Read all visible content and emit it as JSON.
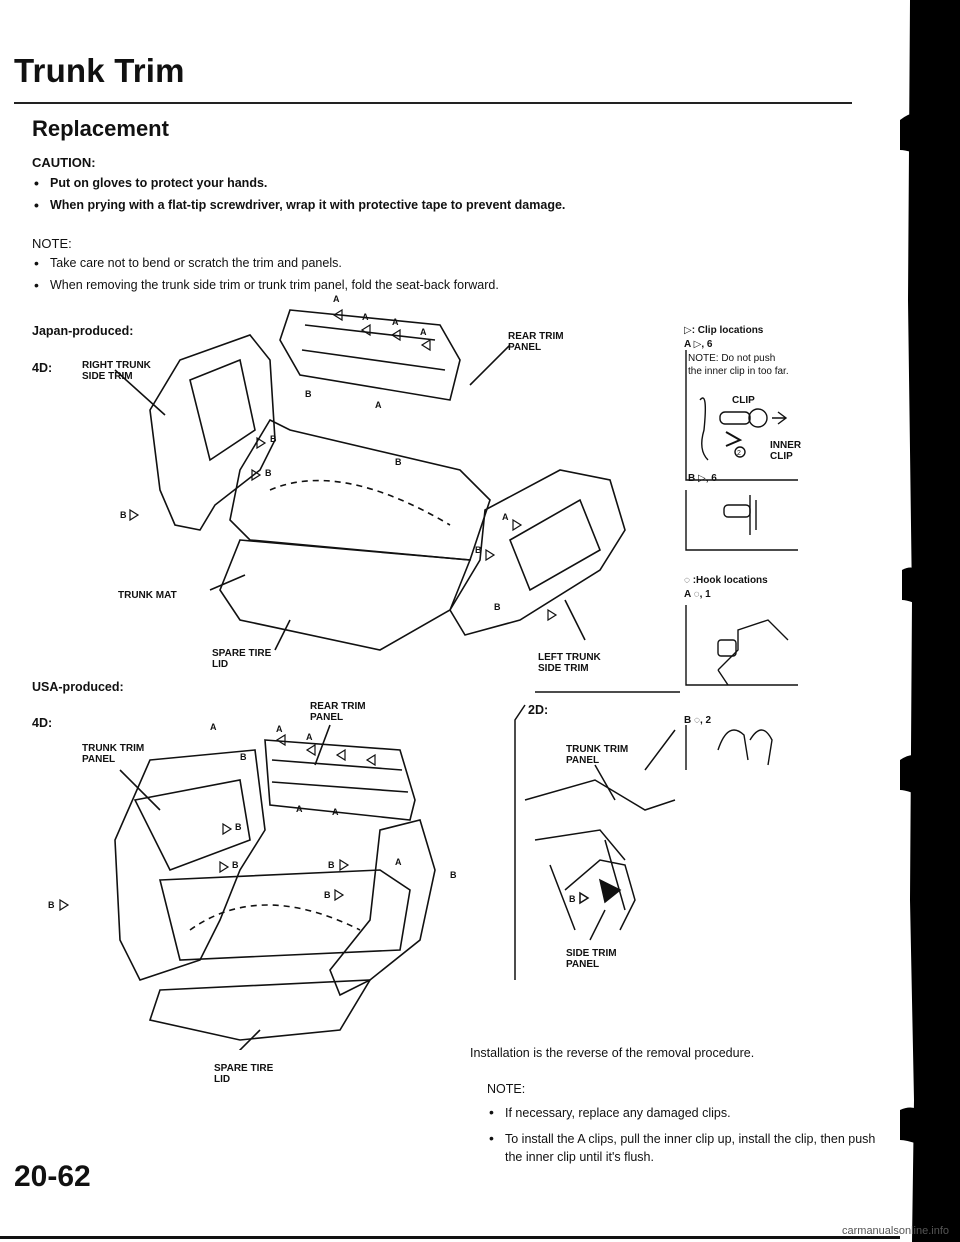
{
  "header": {
    "title": "Trunk Trim",
    "section": "Replacement"
  },
  "caution": {
    "label": "CAUTION:",
    "items": [
      "Put on gloves to protect your hands.",
      "When prying with a flat-tip screwdriver, wrap it with protective tape to prevent damage."
    ]
  },
  "note": {
    "label": "NOTE:",
    "items": [
      "Take care not to bend or scratch the trim and panels.",
      "When removing the trunk side trim or trunk trim panel, fold the seat-back forward."
    ]
  },
  "diagram_japan": {
    "heading": "Japan-produced:",
    "variant": "4D:",
    "labels": {
      "right_trunk_side_trim": "RIGHT TRUNK\nSIDE TRIM",
      "rear_trim_panel": "REAR TRIM\nPANEL",
      "trunk_mat": "TRUNK MAT",
      "spare_tire_lid": "SPARE TIRE\nLID",
      "left_trunk_side_trim": "LEFT TRUNK\nSIDE TRIM"
    }
  },
  "diagram_usa": {
    "heading": "USA-produced:",
    "variant": "4D:",
    "labels": {
      "trunk_trim_panel": "TRUNK TRIM\nPANEL",
      "rear_trim_panel": "REAR TRIM\nPANEL",
      "spare_tire_lid": "SPARE TIRE\nLID"
    }
  },
  "diagram_2d": {
    "variant": "2D:",
    "labels": {
      "trunk_trim_panel": "TRUNK TRIM\nPANEL",
      "side_trim_panel": "SIDE TRIM\nPANEL"
    }
  },
  "legend": {
    "clip_title": "▷: Clip locations",
    "clip_a": "A ▷, 6",
    "clip_note": "NOTE: Do not push\nthe inner clip in too far.",
    "clip_label": "CLIP",
    "inner_clip_label": "INNER\nCLIP",
    "clip_b": "B ▷, 6",
    "hook_title": "◌ :Hook locations",
    "hook_a": "A ◌, 1",
    "hook_b": "B ◌, 2"
  },
  "installation": {
    "text": "Installation is the reverse of the removal procedure.",
    "note_label": "NOTE:",
    "items": [
      "If necessary, replace any damaged clips.",
      "To install the A clips, pull the inner clip up, install the clip, then push the inner clip until it's flush."
    ]
  },
  "footer": {
    "page_number": "20-62",
    "watermark": "carmanualsonline.info"
  },
  "colors": {
    "ink": "#111111",
    "band": "#000000"
  }
}
